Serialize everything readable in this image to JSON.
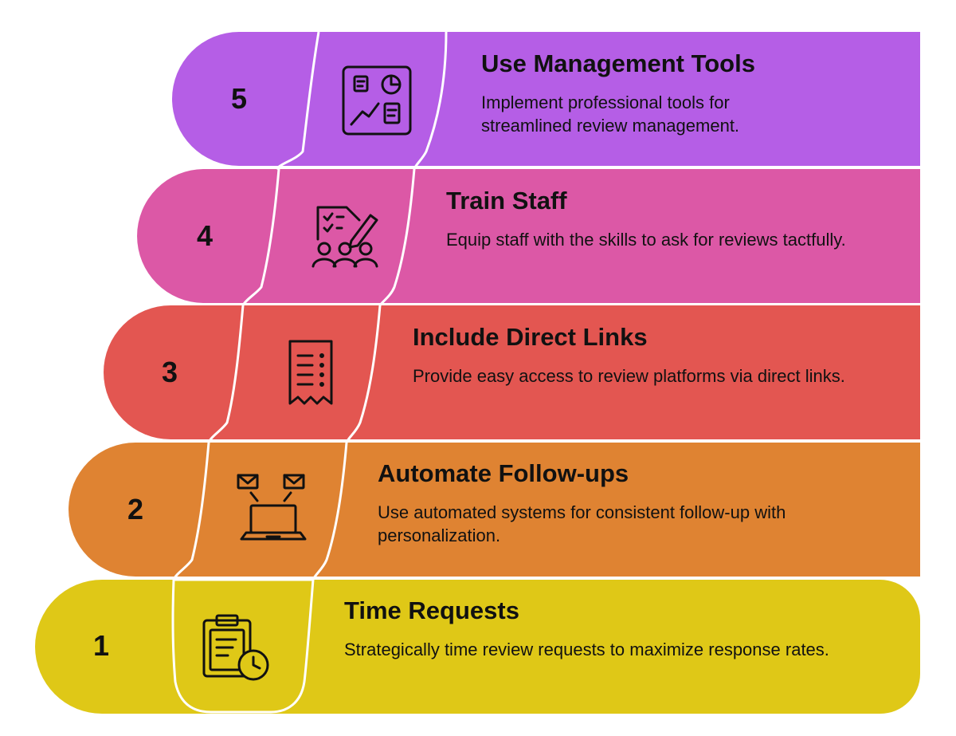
{
  "steps": [
    {
      "number": "5",
      "title": "Use Management Tools",
      "description": "Implement professional tools for streamlined review management.",
      "icon": "dashboard-icon",
      "color": "#b55ee6"
    },
    {
      "number": "4",
      "title": "Train Staff",
      "description": "Equip staff with the skills to ask for reviews tactfully.",
      "icon": "team-training-icon",
      "color": "#dc58a6"
    },
    {
      "number": "3",
      "title": "Include Direct Links",
      "description": "Provide easy access to review platforms via direct links.",
      "icon": "receipt-icon",
      "color": "#e35651"
    },
    {
      "number": "2",
      "title": "Automate Follow-ups",
      "description": "Use automated systems for consistent follow-up with personalization.",
      "icon": "laptop-mail-icon",
      "color": "#df8332"
    },
    {
      "number": "1",
      "title": "Time Requests",
      "description": "Strategically time review requests to maximize response rates.",
      "icon": "clipboard-clock-icon",
      "color": "#dfc817"
    }
  ]
}
